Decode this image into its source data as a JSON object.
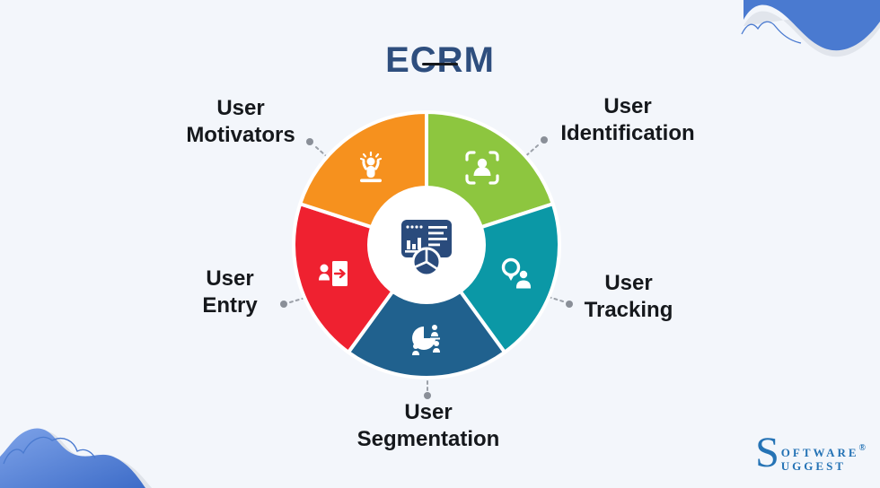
{
  "title": {
    "text": "ECRM"
  },
  "diagram": {
    "type": "circular-cycle",
    "center_icon": "analytics-dashboard-icon",
    "segment_gap_color": "#FFFFFF",
    "connector_style": "dotted",
    "segments": [
      {
        "name": "user-identification",
        "label_line1": "User",
        "label_line2": "Identification",
        "color": "#8DC63F",
        "icon": "user-scan-icon",
        "position": "top-right"
      },
      {
        "name": "user-tracking",
        "label_line1": "User",
        "label_line2": "Tracking",
        "color": "#0B98A6",
        "icon": "user-location-icon",
        "position": "right"
      },
      {
        "name": "user-segmentation",
        "label_line1": "User",
        "label_line2": "Segmentation",
        "color": "#20618E",
        "icon": "pie-users-icon",
        "position": "bottom"
      },
      {
        "name": "user-entry",
        "label_line1": "User",
        "label_line2": "Entry",
        "color": "#EF2130",
        "icon": "user-door-icon",
        "position": "left"
      },
      {
        "name": "user-motivators",
        "label_line1": "User",
        "label_line2": "Motivators",
        "color": "#F6911E",
        "icon": "motivated-user-icon",
        "position": "top-left"
      }
    ]
  },
  "logo": {
    "initial": "S",
    "line1": "oftware",
    "registered": "®",
    "line2": "uggest",
    "color": "#2573B5"
  },
  "colors": {
    "background": "#F3F6FB",
    "title_text": "#2E4E7E",
    "title_underline": "#15181C",
    "label_text": "#15181C",
    "wave_blue": "#4A7AD0",
    "connector_grey": "#9CA1A9",
    "center_icon_navy": "#2A4B7C"
  }
}
